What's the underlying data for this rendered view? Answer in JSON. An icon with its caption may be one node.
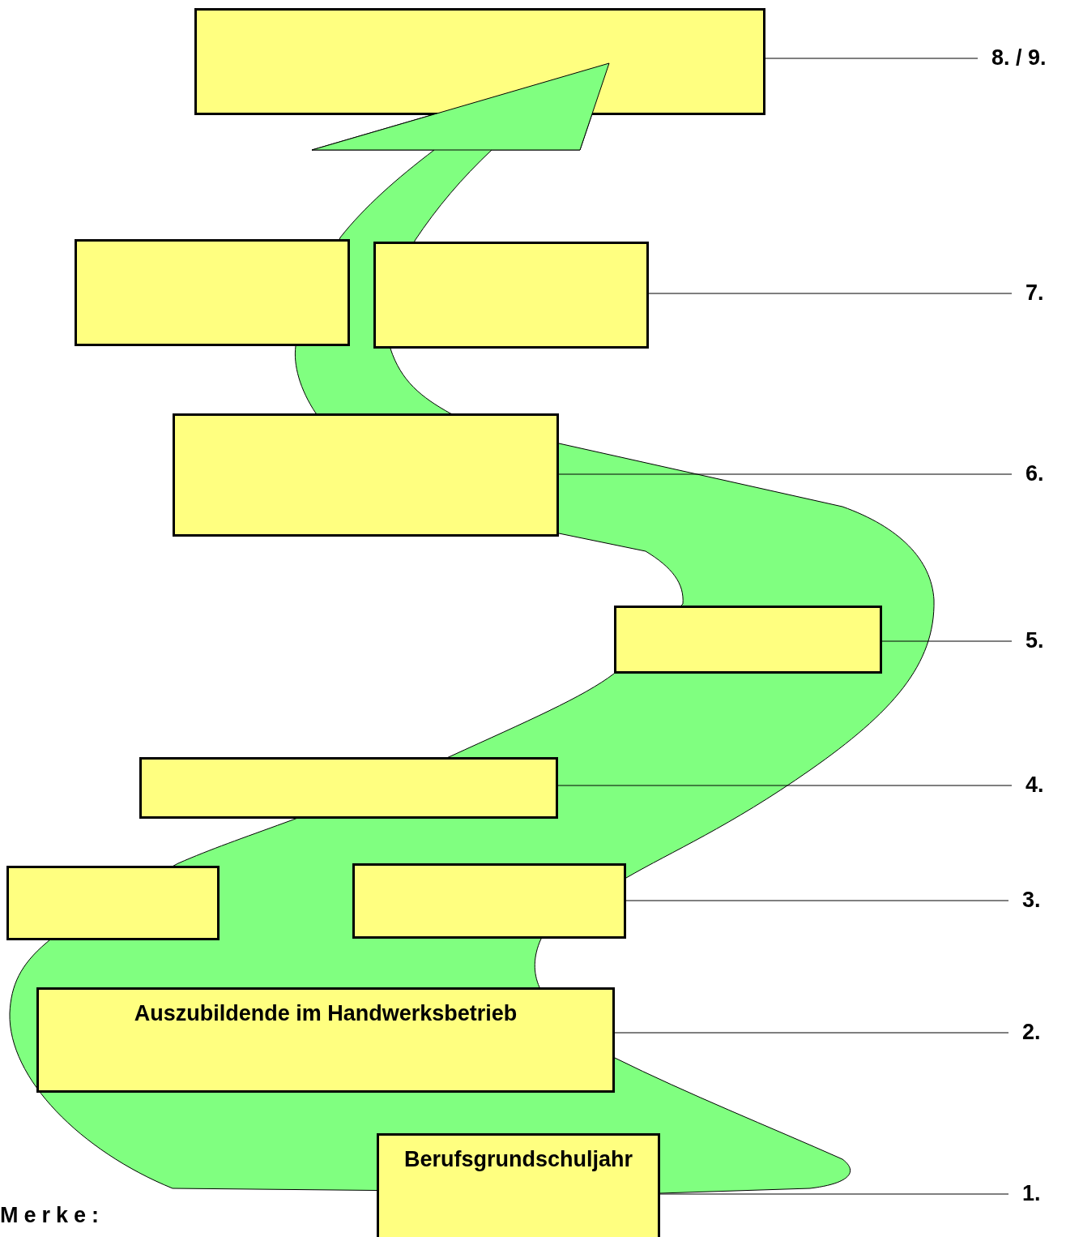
{
  "diagram": {
    "nodes": [
      {
        "text": [],
        "shape": "box"
      },
      {
        "text": [
          "8. / 9."
        ]
      },
      {
        "text": [],
        "shape": "box"
      },
      {
        "text": [],
        "shape": "box"
      },
      {
        "text": [
          "7."
        ]
      },
      {
        "text": [],
        "shape": "box"
      },
      {
        "text": [
          "6."
        ]
      },
      {
        "text": [],
        "shape": "box"
      },
      {
        "text": [
          "5."
        ]
      },
      {
        "text": [],
        "shape": "box"
      },
      {
        "text": [
          "4."
        ]
      },
      {
        "text": [],
        "shape": "box"
      },
      {
        "text": [],
        "shape": "box"
      },
      {
        "text": [
          "3."
        ]
      },
      {
        "text": [
          "Auszubildende im Handwerksbetrieb"
        ]
      },
      {
        "text": [
          "2."
        ]
      },
      {
        "text": [
          "Berufsgrundschuljahr"
        ]
      },
      {
        "text": [
          "1."
        ]
      }
    ],
    "edges": [
      {
        "from": 1,
        "to": 0,
        "arrow": "none"
      },
      {
        "from": 4,
        "to": 3,
        "arrow": "none"
      },
      {
        "from": 6,
        "to": 5,
        "arrow": "none"
      },
      {
        "from": 8,
        "to": 7,
        "arrow": "none"
      },
      {
        "from": 10,
        "to": 9,
        "arrow": "none"
      },
      {
        "from": 13,
        "to": 12,
        "arrow": "none"
      },
      {
        "from": 15,
        "to": 14,
        "arrow": "none"
      },
      {
        "from": 17,
        "to": 16,
        "arrow": "none"
      }
    ],
    "labels": [
      "Merke:"
    ]
  }
}
